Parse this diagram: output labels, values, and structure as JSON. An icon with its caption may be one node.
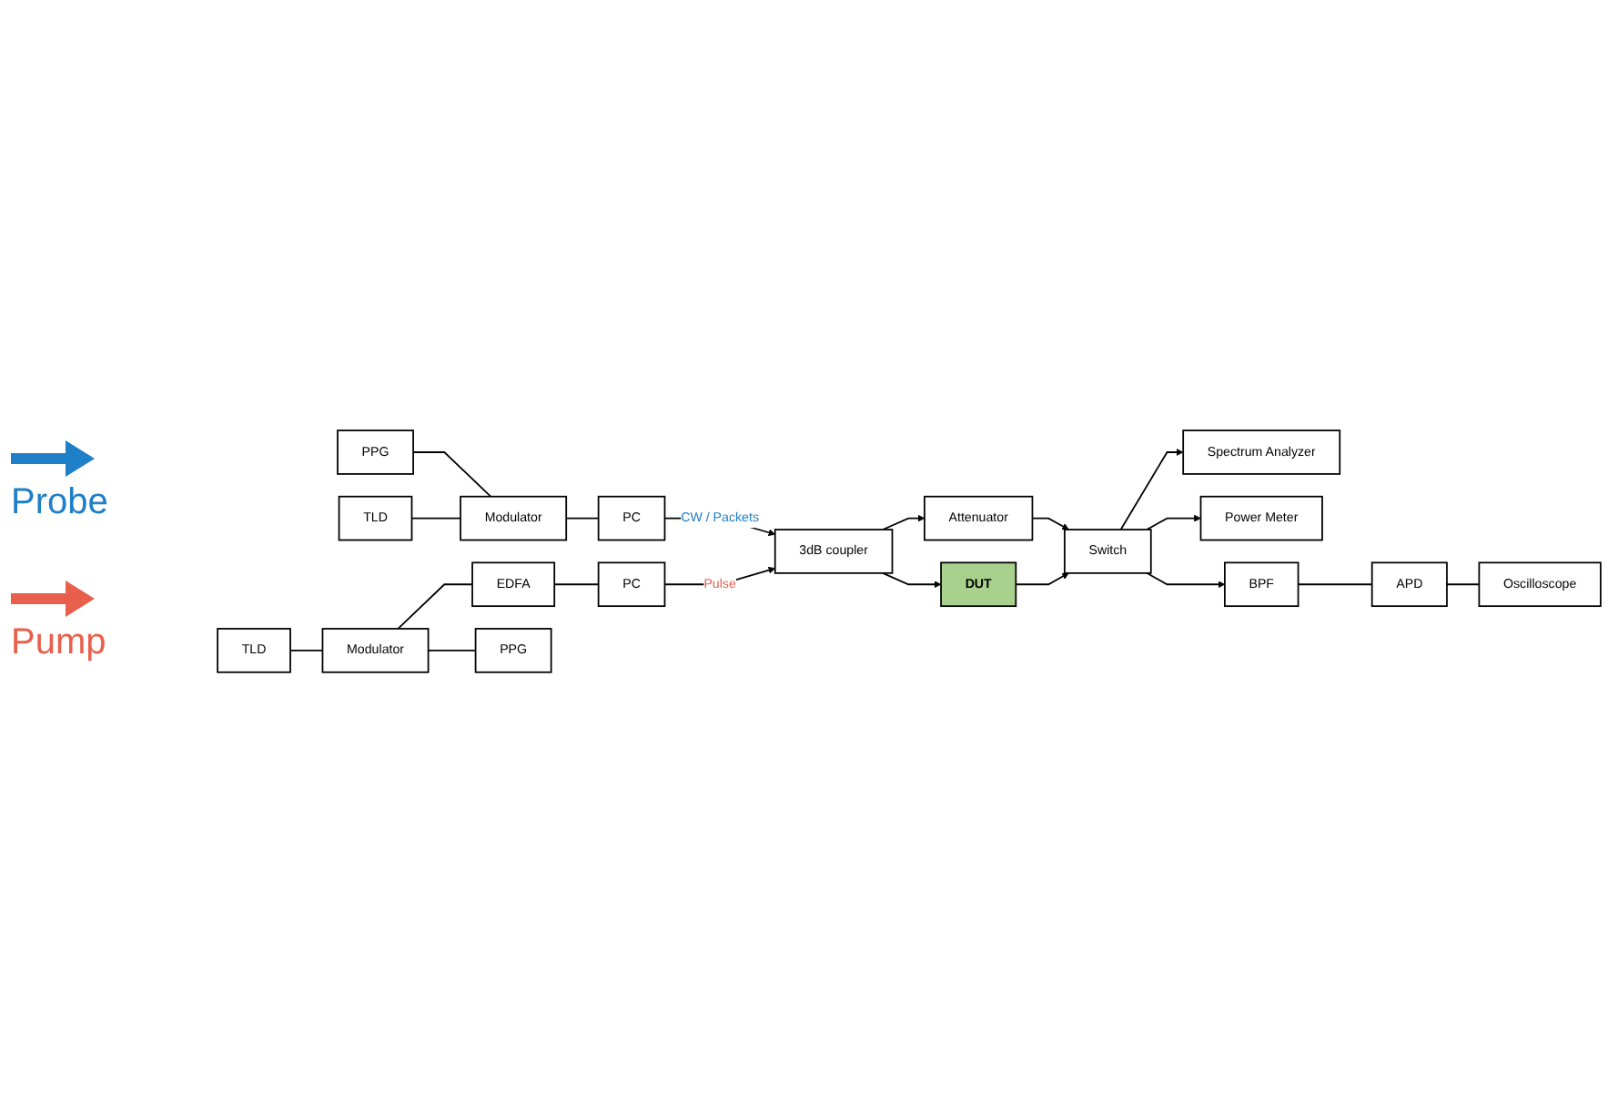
{
  "diagram": {
    "nodes": [
      {
        "text": [
          "PPG"
        ]
      },
      {
        "text": [
          "TLD"
        ]
      },
      {
        "text": [
          "Modulator"
        ]
      },
      {
        "text": [
          "PC"
        ]
      },
      {
        "text": [
          "TLD"
        ]
      },
      {
        "text": [
          "Modulator"
        ]
      },
      {
        "text": [
          "EDFA"
        ]
      },
      {
        "text": [
          "PC"
        ]
      },
      {
        "text": [
          "PPG"
        ]
      },
      {
        "text": [
          "3dB coupler"
        ]
      },
      {
        "text": [
          "Spectrum Analyzer"
        ]
      },
      {
        "text": [
          "Attenuator"
        ]
      },
      {
        "text": [
          "Switch"
        ]
      },
      {
        "text": [
          "Power Meter"
        ]
      },
      {
        "text": [
          "DUT"
        ]
      },
      {
        "text": [
          "Oscilloscope"
        ]
      },
      {
        "text": [
          "APD"
        ]
      },
      {
        "text": [
          "BPF"
        ]
      }
    ],
    "edges": [
      {
        "from": 0,
        "to": 2,
        "arrow": "none"
      },
      {
        "from": 1,
        "to": 2,
        "arrow": "none"
      },
      {
        "from": 2,
        "to": 3,
        "arrow": "none"
      },
      {
        "from": 3,
        "to": 9,
        "arrow": "to",
        "label": "CW / Packets"
      },
      {
        "from": 4,
        "to": 5,
        "arrow": "none"
      },
      {
        "from": 5,
        "to": 6,
        "arrow": "none"
      },
      {
        "from": 6,
        "to": 7,
        "arrow": "none"
      },
      {
        "from": 5,
        "to": 8,
        "arrow": "none"
      },
      {
        "from": 7,
        "to": 9,
        "arrow": "to",
        "label": "Pulse"
      },
      {
        "from": 9,
        "to": 11,
        "arrow": "to"
      },
      {
        "from": 9,
        "to": 14,
        "arrow": "to"
      },
      {
        "from": 11,
        "to": 12,
        "arrow": "to"
      },
      {
        "from": 14,
        "to": 12,
        "arrow": "to"
      },
      {
        "from": 12,
        "to": 10,
        "arrow": "to"
      },
      {
        "from": 12,
        "to": 13,
        "arrow": "to"
      },
      {
        "from": 12,
        "to": 17,
        "arrow": "to"
      },
      {
        "from": 17,
        "to": 16,
        "arrow": "none"
      },
      {
        "from": 16,
        "to": 15,
        "arrow": "none"
      }
    ],
    "labels": [
      "Probe",
      "Pump"
    ]
  }
}
